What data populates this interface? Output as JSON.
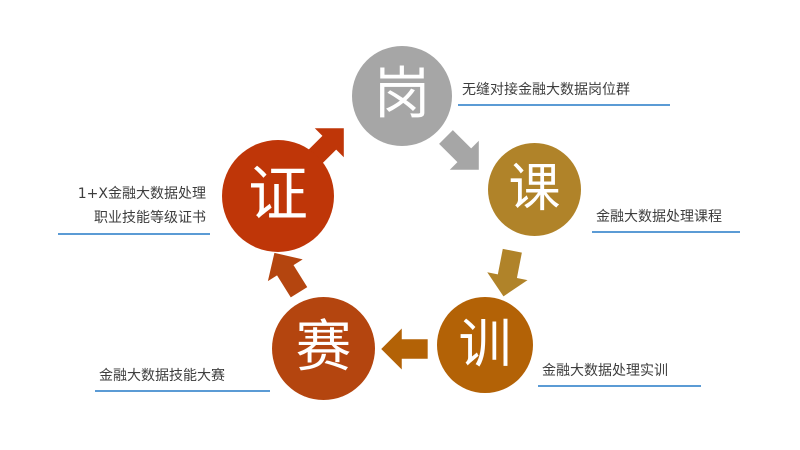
{
  "diagram": {
    "type": "cycle",
    "title": "",
    "nodes": [
      {
        "id": "gang",
        "label": "岗",
        "color": "#a6a6a6",
        "callout": "无缝对接金融大数据岗位群"
      },
      {
        "id": "ke",
        "label": "课",
        "color": "#b08329",
        "callout": "金融大数据处理课程"
      },
      {
        "id": "xun",
        "label": "训",
        "color": "#b36206",
        "callout": "金融大数据处理实训"
      },
      {
        "id": "sai",
        "label": "赛",
        "color": "#b4450f",
        "callout": "金融大数据技能大赛"
      },
      {
        "id": "zheng",
        "label": "证",
        "color": "#bf3608",
        "callout_line1": "1+X金融大数据处理",
        "callout_line2": "职业技能等级证书"
      }
    ],
    "arrows": [
      {
        "id": "zheng-to-gang",
        "from": "证",
        "to": "岗",
        "color": "#bf3608"
      },
      {
        "id": "gang-to-ke",
        "from": "岗",
        "to": "课",
        "color": "#a6a6a6"
      },
      {
        "id": "ke-to-xun",
        "from": "课",
        "to": "训",
        "color": "#b08329"
      },
      {
        "id": "xun-to-sai",
        "from": "训",
        "to": "赛",
        "color": "#b36206"
      },
      {
        "id": "sai-to-zheng",
        "from": "赛",
        "to": "证",
        "color": "#b4450f"
      }
    ],
    "rule_color": "#5b9bd5",
    "background": "#ffffff"
  }
}
